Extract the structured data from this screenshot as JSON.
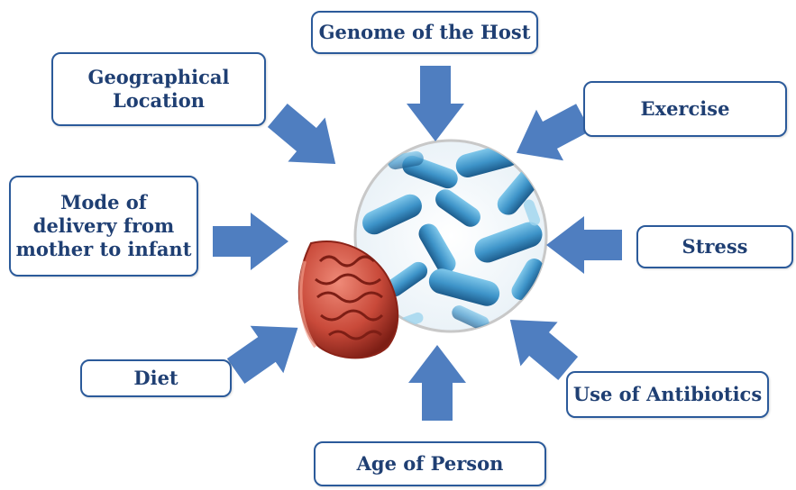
{
  "factors": {
    "genome": "Genome of the Host",
    "geo": "Geographical\nLocation",
    "exercise": "Exercise",
    "delivery": "Mode of\ndelivery from\nmother to infant",
    "stress": "Stress",
    "diet": "Diet",
    "antibiotics": "Use of Antibiotics",
    "age": "Age of Person"
  },
  "colors": {
    "arrow": "#4f7ec0",
    "box_border": "#2b5a9a",
    "text": "#1f3f73",
    "intestine": "#c94a3a",
    "bacteria": "#3d93c8"
  },
  "icons": {
    "center_image": "gut-microbiome-bacteria-image",
    "gut": "intestine-icon"
  }
}
